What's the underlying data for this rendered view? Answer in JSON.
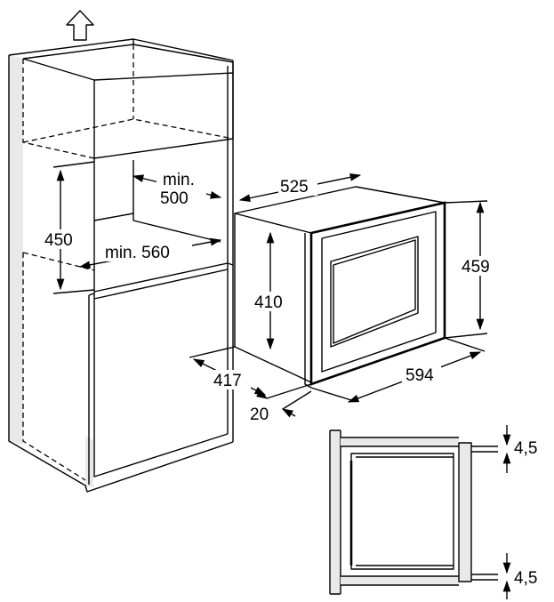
{
  "dimensions": {
    "niche_min_depth": "min.",
    "niche_min_depth_value": "500",
    "niche_height": "450",
    "niche_min_width": "min. 560",
    "oven_depth": "525",
    "oven_body_height": "410",
    "oven_total_height": "459",
    "oven_body_depth": "417",
    "oven_width": "594",
    "front_offset": "20",
    "gap_top": "4,5",
    "gap_bottom": "4,5"
  },
  "icons": {
    "up_arrow": "arrow-up-icon"
  }
}
